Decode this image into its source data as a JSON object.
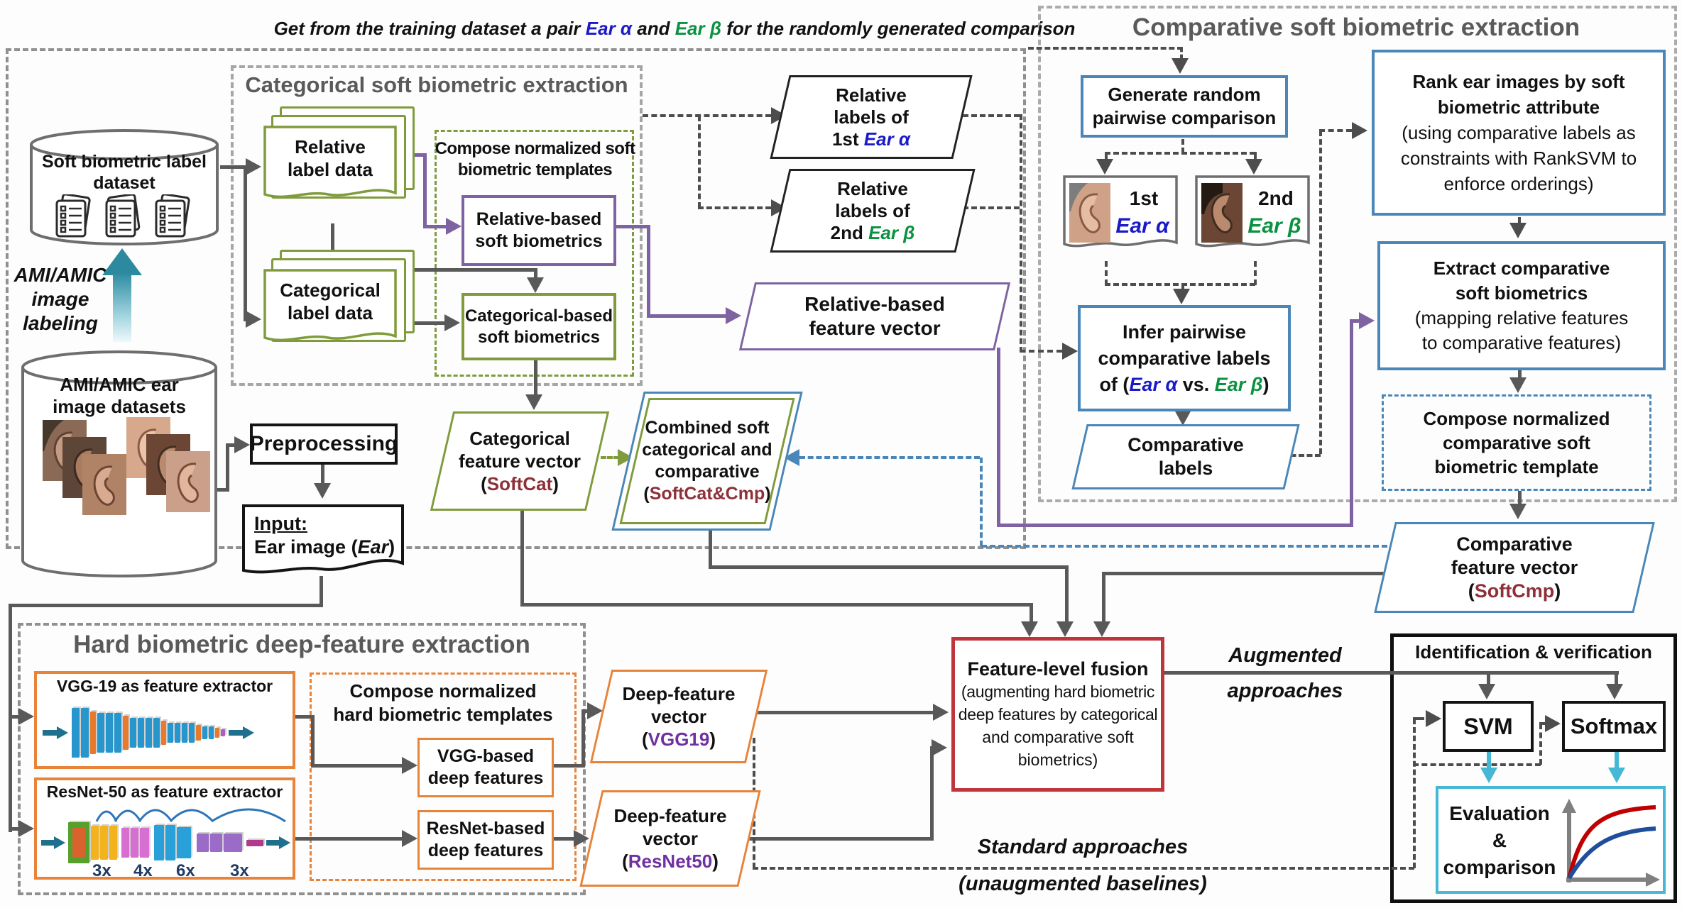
{
  "title": {
    "pre": "Get from the training dataset a pair ",
    "ear_a": "Ear α",
    "mid": " and ",
    "ear_b": "Ear β",
    "post": " for the randomly generated comparison"
  },
  "misc": {
    "paren_open": "(",
    "paren_close": ")"
  },
  "colors": {
    "olive": "#7f9b3c",
    "purple": "#7e62a1",
    "blue": "#4a86b8",
    "orange": "#e8833a",
    "fusion_red": "#c0343c",
    "tag_dark_red": "#8e3038",
    "tag_purple": "#7030a0",
    "ear_alpha_blue": "#1a1ac8",
    "ear_beta_green": "#0a9240",
    "cyan": "#45b8d6",
    "teal": "#2f8ca3",
    "connector_gray": "#595959"
  },
  "panels": {
    "categorical_title": "Categorical soft biometric extraction",
    "comparative_title": "Comparative soft biometric extraction",
    "hard_title": "Hard biometric deep-feature extraction",
    "identification_title": "Identification & verification"
  },
  "left": {
    "label_dataset": {
      "line1": "Soft biometric label",
      "line2": "dataset"
    },
    "labeling": {
      "line1": "AMI/AMIC",
      "line2": "image",
      "line3": "labeling"
    },
    "ear_datasets": {
      "line1": "AMI/AMIC ear",
      "line2": "image datasets"
    },
    "preprocessing": "Preprocessing",
    "input": {
      "line1": "Input:",
      "line2_pre": "Ear image (",
      "line2_em": "Ear",
      "line2_post": ")"
    }
  },
  "categorical": {
    "relative_docs": {
      "line1": "Relative",
      "line2": "label data"
    },
    "categorical_docs": {
      "line1": "Categorical",
      "line2": "label data"
    },
    "compose": {
      "line1": "Compose normalized soft",
      "line2": "biometric templates"
    },
    "relative_based": {
      "line1": "Relative-based",
      "line2": "soft biometrics"
    },
    "categorical_based": {
      "line1": "Categorical-based",
      "line2": "soft biometrics"
    }
  },
  "vectors": {
    "p1": {
      "line1": "Relative",
      "line2": "labels of",
      "l3pre": "1st ",
      "l3em": "Ear α"
    },
    "p2": {
      "line1": "Relative",
      "line2": "labels of",
      "l3pre": "2nd ",
      "l3em": "Ear β"
    },
    "rbfv": {
      "line1": "Relative-based",
      "line2": "feature vector"
    },
    "softcat": {
      "line1": "Categorical",
      "line2": "feature vector",
      "tag": "SoftCat"
    },
    "combined": {
      "line1": "Combined soft",
      "line2": "categorical and",
      "line3": "comparative",
      "tag": "SoftCat&Cmp"
    },
    "softcmp": {
      "line1": "Comparative",
      "line2": "feature vector",
      "tag": "SoftCmp"
    },
    "dfv_vgg": {
      "line1": "Deep-feature",
      "line2": "vector",
      "tag": "VGG19"
    },
    "dfv_res": {
      "line1": "Deep-feature",
      "line2": "vector",
      "tag": "ResNet50"
    }
  },
  "comparative": {
    "generate": {
      "line1": "Generate random",
      "line2": "pairwise comparison"
    },
    "card1": {
      "num": "1st",
      "ear": "Ear α"
    },
    "card2": {
      "num": "2nd",
      "ear": "Ear β"
    },
    "infer": {
      "line1": "Infer pairwise",
      "line2": "comparative labels",
      "l3a": "of (",
      "l3b": "Ear α",
      "l3c": " vs. ",
      "l3d": "Ear β",
      "l3e": ")"
    },
    "comp_labels": {
      "line1": "Comparative",
      "line2": "labels"
    },
    "rank": {
      "b1": "Rank ear images by soft",
      "b2": "biometric attribute",
      "r1": "(using comparative labels as",
      "r2": "constraints with RankSVM to",
      "r3": "enforce orderings)"
    },
    "extract": {
      "b1": "Extract comparative",
      "b2": "soft biometrics",
      "r1": "(mapping relative features",
      "r2": "to comparative features)"
    },
    "compose_cmp": {
      "line1": "Compose normalized",
      "line2": "comparative soft",
      "line3": "biometric template"
    }
  },
  "hard": {
    "vgg_title": "VGG-19 as feature extractor",
    "res_title": "ResNet-50 as feature extractor",
    "res_multipliers": [
      "3x",
      "4x",
      "6x",
      "3x"
    ],
    "compose": {
      "line1": "Compose normalized",
      "line2": "hard biometric templates"
    },
    "vgg_feat": {
      "line1": "VGG-based",
      "line2": "deep features"
    },
    "res_feat": {
      "line1": "ResNet-based",
      "line2": "deep features"
    }
  },
  "fusion": {
    "b": "Feature-level fusion",
    "r1": "(augmenting hard biometric",
    "r2": "deep features by categorical",
    "r3": "and comparative soft",
    "r4": "biometrics)"
  },
  "routes": {
    "augmented1": "Augmented",
    "augmented2": "approaches",
    "standard1": "Standard approaches",
    "standard2": "(unaugmented baselines)"
  },
  "identification": {
    "svm": "SVM",
    "softmax": "Softmax",
    "eval": {
      "line1": "Evaluation",
      "line2": "&",
      "line3": "comparison"
    }
  }
}
